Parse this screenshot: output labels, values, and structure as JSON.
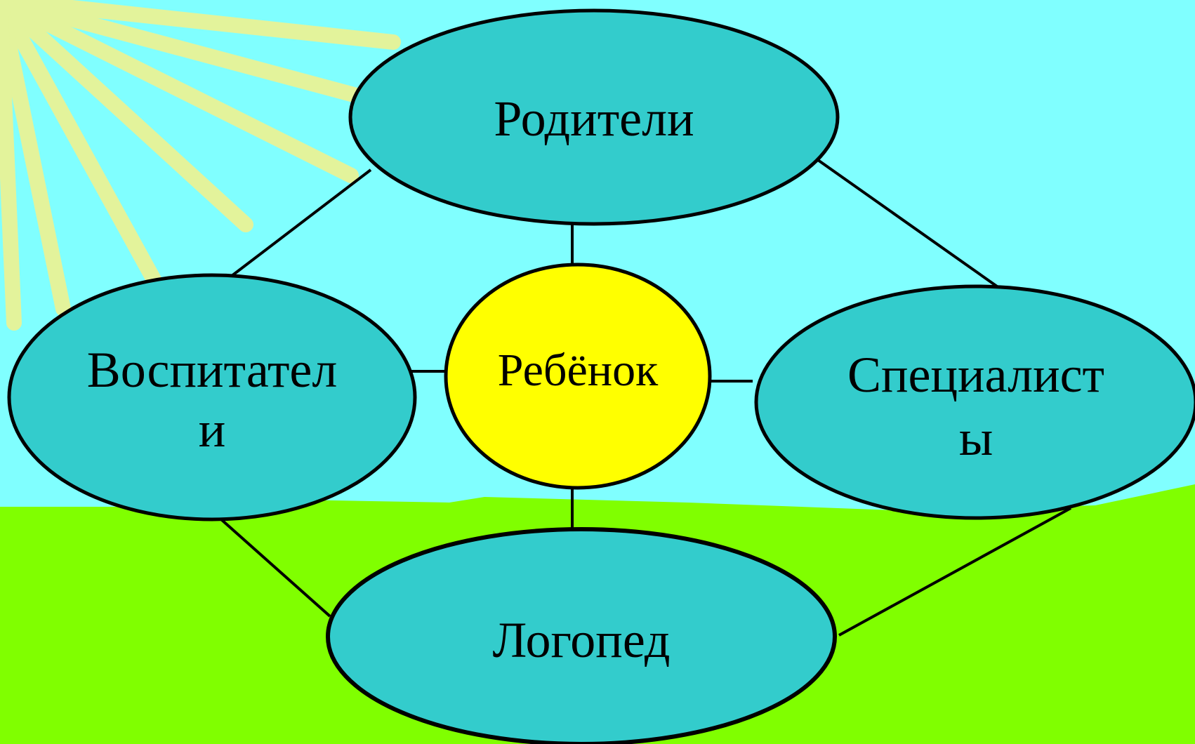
{
  "colors": {
    "sky": "#80ffff",
    "grass": "#80ff00",
    "sun_rays": "#f5f28a",
    "node_fill": "#33cccc",
    "center_fill": "#ffff00",
    "stroke": "#000000"
  },
  "diagram": {
    "center": {
      "label": "Ребёнок"
    },
    "nodes": {
      "parents": {
        "label": "Родители"
      },
      "educators": {
        "line1": "Воспитател",
        "line2": "и"
      },
      "specialists": {
        "line1": "Специалист",
        "line2": "ы"
      },
      "speech_therapist": {
        "label": "Логопед"
      }
    }
  }
}
